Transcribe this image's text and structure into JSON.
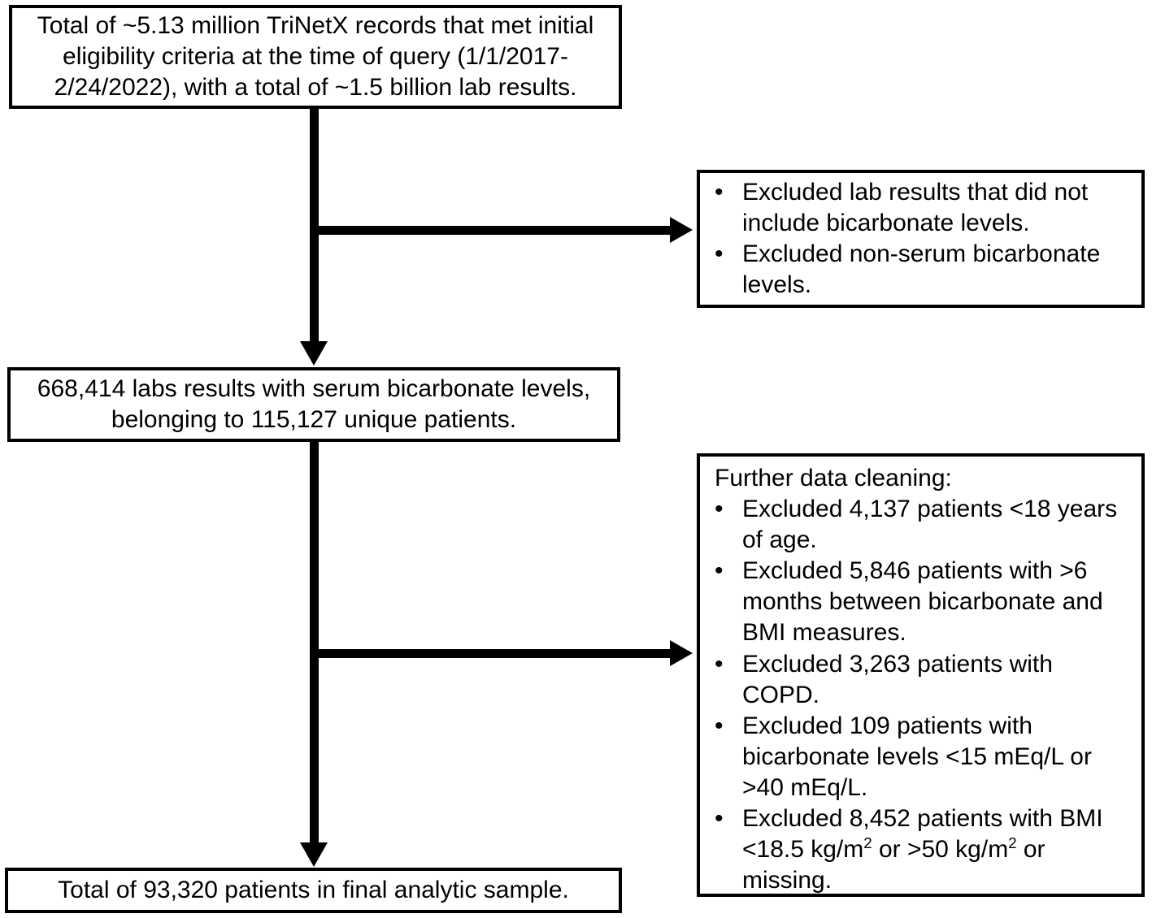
{
  "figure": {
    "type": "flowchart",
    "title": "Study sample derivation flow diagram",
    "orientation": "top-to-bottom with right-side exclusion branches",
    "colors": {
      "stroke": "#000000",
      "fill": "#ffffff",
      "text": "#000000"
    }
  },
  "nodes": {
    "source_records": {
      "id": "box-source-records",
      "text": "Total of ~5.13 million TriNetX records that met initial eligibility criteria at the time of query (1/1/2017-2/24/2022), with a total of ~1.5 billion lab results.",
      "lines": [
        "Total of ~5.13 million TriNetX records that met initial",
        "eligibility criteria at the time of query (1/1/2017-",
        "2/24/2022), with a total of ~1.5 billion lab results."
      ],
      "align": "center"
    },
    "bicarbonate_labs": {
      "id": "box-bicarbonate-labs",
      "text": "668,414 labs results with serum bicarbonate levels, belonging to 115,127 unique patients.",
      "lines": [
        "668,414 labs results with serum bicarbonate levels,",
        "belonging to 115,127 unique patients."
      ],
      "align": "center"
    },
    "final_sample": {
      "id": "box-final-sample",
      "text": "Total of 93,320 patients in final analytic sample.",
      "lines": [
        "Total of 93,320 patients in final analytic sample."
      ],
      "align": "center"
    }
  },
  "exclusions": {
    "first": {
      "id": "box-exclusion-labs",
      "heading": "",
      "bullets": [
        "Excluded lab results that did not include bicarbonate levels.",
        "Excluded non-serum bicarbonate levels."
      ]
    },
    "second": {
      "id": "box-exclusion-cleaning",
      "heading": "Further data cleaning:",
      "bullets": [
        "Excluded 4,137 patients <18 years of age.",
        "Excluded 5,846 patients with >6 months between bicarbonate and BMI measures.",
        "Excluded 3,263 patients with COPD.",
        "Excluded 109 patients with bicarbonate levels <15 mEq/L or >40 mEq/L.",
        "Excluded 8,452 patients with BMI <18.5 kg/m2 or >50 kg/m2 or missing."
      ],
      "bullets_parts": [
        {
          "pre": "Excluded 4,137 patients <18 years of age.",
          "sup": "",
          "post": ""
        },
        {
          "pre": "Excluded 5,846 patients with >6 months between bicarbonate and BMI measures.",
          "sup": "",
          "post": ""
        },
        {
          "pre": "Excluded 3,263 patients with COPD.",
          "sup": "",
          "post": ""
        },
        {
          "pre": "Excluded 109 patients with bicarbonate levels <15 mEq/L or >40 mEq/L.",
          "sup": "",
          "post": ""
        }
      ],
      "bmi_bullet": {
        "part1": "Excluded 8,452 patients with BMI <18.5 kg/m",
        "sup1": "2",
        "part2": " or >50 kg/m",
        "sup2": "2",
        "part3": " or missing."
      }
    }
  },
  "counts": {
    "initial_records_millions": "~5.13 million",
    "initial_lab_results_billions": "~1.5 billion",
    "query_start_date": "1/1/2017",
    "query_end_date": "2/24/2022",
    "bicarbonate_lab_results": "668,414",
    "unique_patients": "115,127",
    "excluded_under_18": "4,137",
    "excluded_gap_over_6_months": "5,846",
    "excluded_copd": "3,263",
    "excluded_bicarb_out_of_range": "109",
    "excluded_bmi_out_of_range_or_missing": "8,452",
    "final_analytic_sample": "93,320"
  },
  "edges": [
    {
      "name": "source-to-bicarbonate",
      "from": "source_records",
      "to": "bicarbonate_labs",
      "direction": "down"
    },
    {
      "name": "branch-to-exclusion-labs",
      "from": "source-to-bicarbonate",
      "to": "first",
      "direction": "right"
    },
    {
      "name": "bicarbonate-to-final",
      "from": "bicarbonate_labs",
      "to": "final_sample",
      "direction": "down"
    },
    {
      "name": "branch-to-exclusion-cleaning",
      "from": "bicarbonate-to-final",
      "to": "second",
      "direction": "right"
    }
  ]
}
